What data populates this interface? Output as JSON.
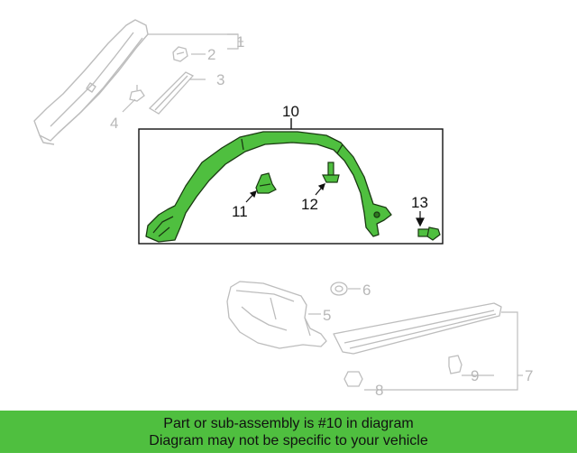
{
  "diagram": {
    "callouts": {
      "c1": "1",
      "c2": "2",
      "c3": "3",
      "c4": "4",
      "c5": "5",
      "c6": "6",
      "c7": "7",
      "c8": "8",
      "c9": "9",
      "c10": "10",
      "c11": "11",
      "c12": "12",
      "c13": "13"
    },
    "highlight_color": "#4fbf3f",
    "ghost_color": "#b8b8b8"
  },
  "banner": {
    "line1": "Part or sub-assembly is #10 in diagram",
    "line2": "Diagram may not be specific to your vehicle",
    "background": "#4fbf3f"
  }
}
